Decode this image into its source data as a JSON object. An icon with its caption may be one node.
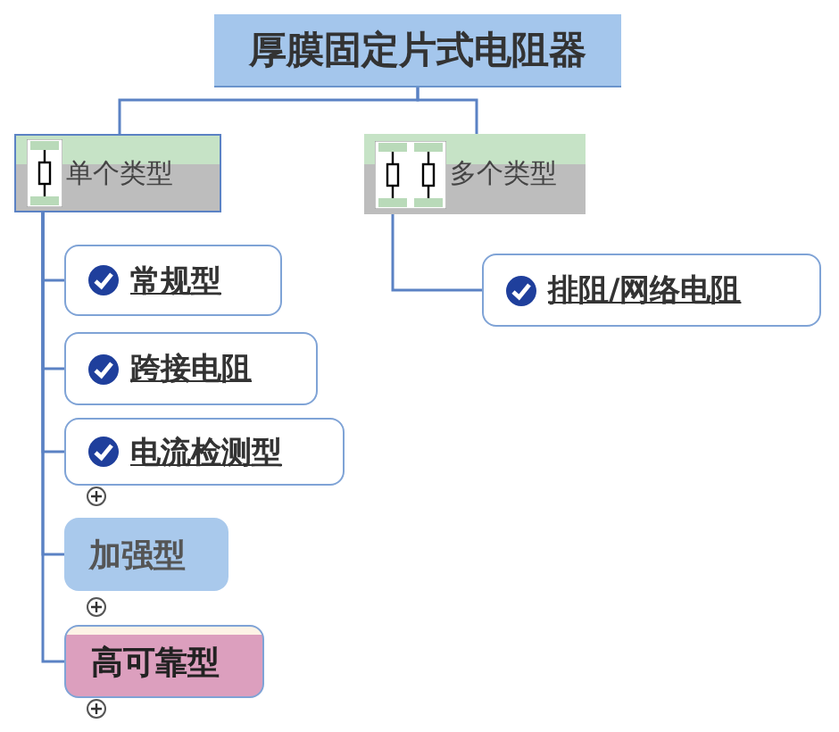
{
  "diagram": {
    "nodes": [
      {
        "text": [
          "厚膜固定片式电阻器"
        ]
      },
      {
        "text": [
          "单个类型"
        ]
      },
      {
        "text": [
          "多个类型"
        ]
      },
      {
        "text": [
          "常规型"
        ]
      },
      {
        "text": [
          "跨接电阻"
        ]
      },
      {
        "text": [
          "电流检测型"
        ]
      },
      {
        "text": [
          "加强型"
        ]
      },
      {
        "text": [
          "高可靠型"
        ]
      },
      {
        "text": [
          "排阻/网络电阻"
        ]
      }
    ],
    "edges": [
      {
        "from": 0,
        "to": 1,
        "arrow": "none"
      },
      {
        "from": 0,
        "to": 2,
        "arrow": "none"
      },
      {
        "from": 1,
        "to": 3,
        "arrow": "none"
      },
      {
        "from": 1,
        "to": 4,
        "arrow": "none"
      },
      {
        "from": 1,
        "to": 5,
        "arrow": "none"
      },
      {
        "from": 1,
        "to": 6,
        "arrow": "none"
      },
      {
        "from": 1,
        "to": 7,
        "arrow": "none"
      },
      {
        "from": 2,
        "to": 8,
        "arrow": "none"
      }
    ]
  }
}
